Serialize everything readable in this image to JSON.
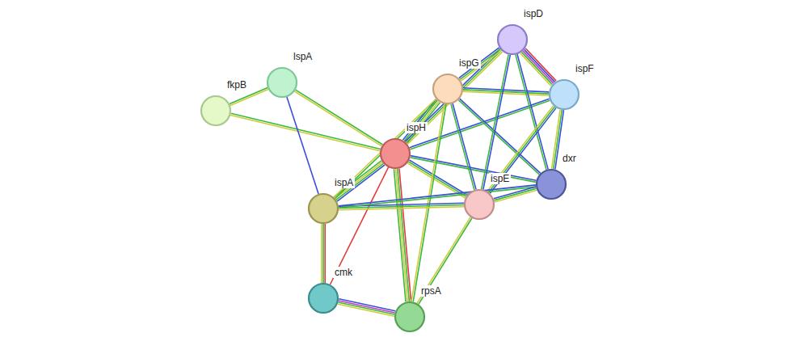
{
  "diagram": {
    "nodes": [
      {
        "text": [
          "ispD"
        ]
      },
      {
        "text": [
          "lspA"
        ]
      },
      {
        "text": [
          "ispG"
        ]
      },
      {
        "text": [
          "ispF"
        ]
      },
      {
        "text": [
          "fkpB"
        ]
      },
      {
        "text": [
          "ispH"
        ]
      },
      {
        "text": [
          "dxr"
        ]
      },
      {
        "text": [
          "ispE"
        ]
      },
      {
        "text": [
          "ispA"
        ]
      },
      {
        "text": [
          "cmk"
        ]
      },
      {
        "text": [
          "rpsA"
        ]
      }
    ],
    "edges": [
      {
        "from": 4,
        "to": 1,
        "arrow": "none"
      },
      {
        "from": 4,
        "to": 5,
        "arrow": "none"
      },
      {
        "from": 1,
        "to": 5,
        "arrow": "none"
      },
      {
        "from": 1,
        "to": 8,
        "arrow": "none"
      },
      {
        "from": 5,
        "to": 2,
        "arrow": "none"
      },
      {
        "from": 5,
        "to": 0,
        "arrow": "none"
      },
      {
        "from": 5,
        "to": 3,
        "arrow": "none"
      },
      {
        "from": 5,
        "to": 6,
        "arrow": "none"
      },
      {
        "from": 5,
        "to": 7,
        "arrow": "none"
      },
      {
        "from": 5,
        "to": 8,
        "arrow": "none"
      },
      {
        "from": 5,
        "to": 9,
        "arrow": "none"
      },
      {
        "from": 5,
        "to": 10,
        "arrow": "none"
      },
      {
        "from": 2,
        "to": 0,
        "arrow": "none"
      },
      {
        "from": 2,
        "to": 3,
        "arrow": "none"
      },
      {
        "from": 2,
        "to": 7,
        "arrow": "none"
      },
      {
        "from": 2,
        "to": 6,
        "arrow": "none"
      },
      {
        "from": 2,
        "to": 10,
        "arrow": "none"
      },
      {
        "from": 2,
        "to": 8,
        "arrow": "none"
      },
      {
        "from": 0,
        "to": 3,
        "arrow": "none"
      },
      {
        "from": 0,
        "to": 7,
        "arrow": "none"
      },
      {
        "from": 0,
        "to": 6,
        "arrow": "none"
      },
      {
        "from": 3,
        "to": 6,
        "arrow": "none"
      },
      {
        "from": 3,
        "to": 7,
        "arrow": "none"
      },
      {
        "from": 8,
        "to": 7,
        "arrow": "none"
      },
      {
        "from": 8,
        "to": 6,
        "arrow": "none"
      },
      {
        "from": 7,
        "to": 6,
        "arrow": "none"
      },
      {
        "from": 7,
        "to": 10,
        "arrow": "none"
      },
      {
        "from": 8,
        "to": 9,
        "arrow": "none"
      },
      {
        "from": 9,
        "to": 10,
        "arrow": "none"
      }
    ]
  }
}
